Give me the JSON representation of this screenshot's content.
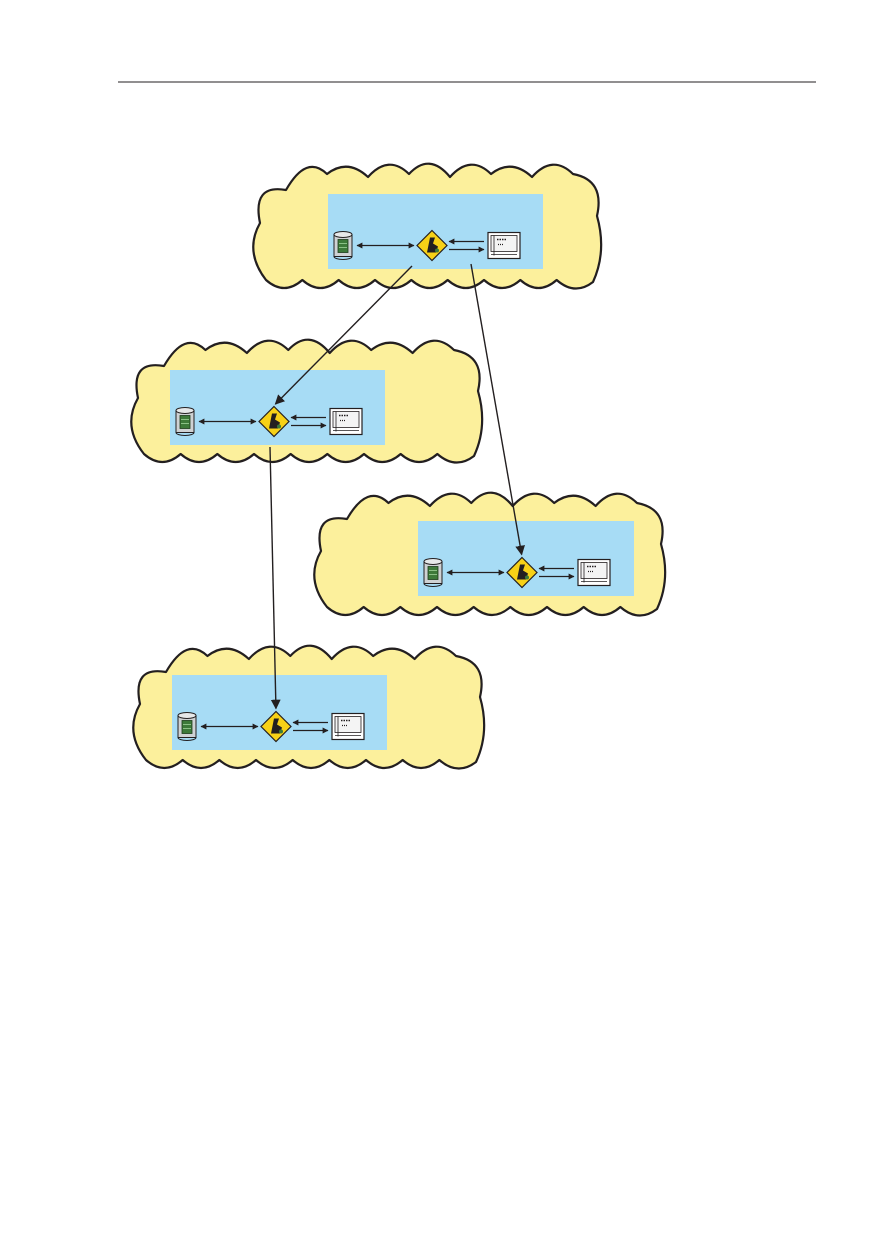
{
  "page": {
    "header_rule": true
  },
  "colors": {
    "cloud_fill": "#fcf09c",
    "cloud_stroke": "#231f20",
    "panel_fill": "#a7dcf5",
    "connector": "#231f20",
    "device_green": "#3d7a3a",
    "device_gray": "#cfd2d4",
    "gate_yellow": "#f7d117"
  },
  "diagram": {
    "clouds": [
      {
        "id": "top-cloud",
        "components": [
          "database-icon",
          "engine-icon",
          "terminal-icon"
        ]
      },
      {
        "id": "left-cloud",
        "components": [
          "database-icon",
          "engine-icon",
          "terminal-icon"
        ]
      },
      {
        "id": "right-cloud",
        "components": [
          "database-icon",
          "engine-icon",
          "terminal-icon"
        ]
      },
      {
        "id": "bottom-cloud",
        "components": [
          "database-icon",
          "engine-icon",
          "terminal-icon"
        ]
      }
    ],
    "links": [
      {
        "from": "top-cloud",
        "to": "left-cloud"
      },
      {
        "from": "top-cloud",
        "to": "right-cloud"
      },
      {
        "from": "left-cloud",
        "to": "bottom-cloud"
      }
    ]
  }
}
